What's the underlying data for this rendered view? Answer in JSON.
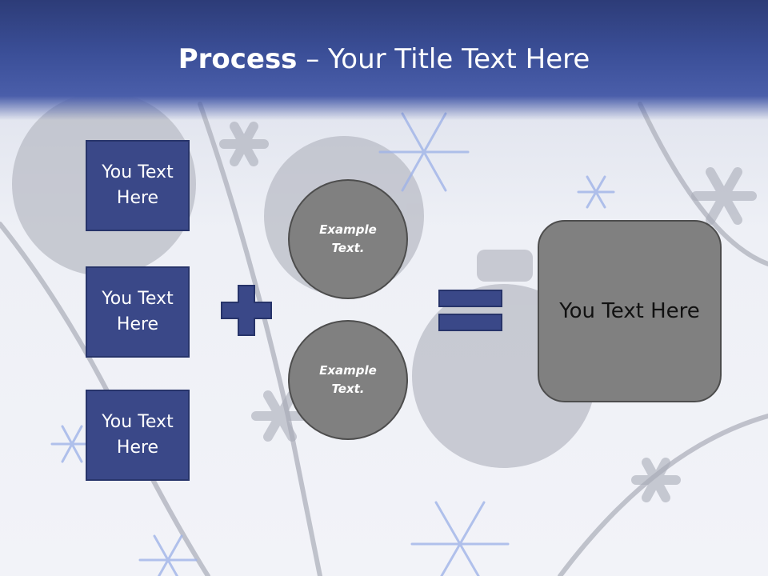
{
  "slide": {
    "title_bold": "Process",
    "title_rest": " – Your Title Text Here",
    "boxes": [
      {
        "label": "You Text Here"
      },
      {
        "label": "You Text Here"
      },
      {
        "label": "You Text Here"
      }
    ],
    "circles": [
      {
        "label": "Example Text."
      },
      {
        "label": "Example Text."
      }
    ],
    "result_label": "You Text Here",
    "colors": {
      "header": "#3b4f98",
      "box_fill": "#3a4888",
      "shape_gray": "#808080",
      "background": "#eef0f6"
    },
    "icons": {
      "plus": "plus-icon",
      "equals": "equals-icon"
    }
  }
}
